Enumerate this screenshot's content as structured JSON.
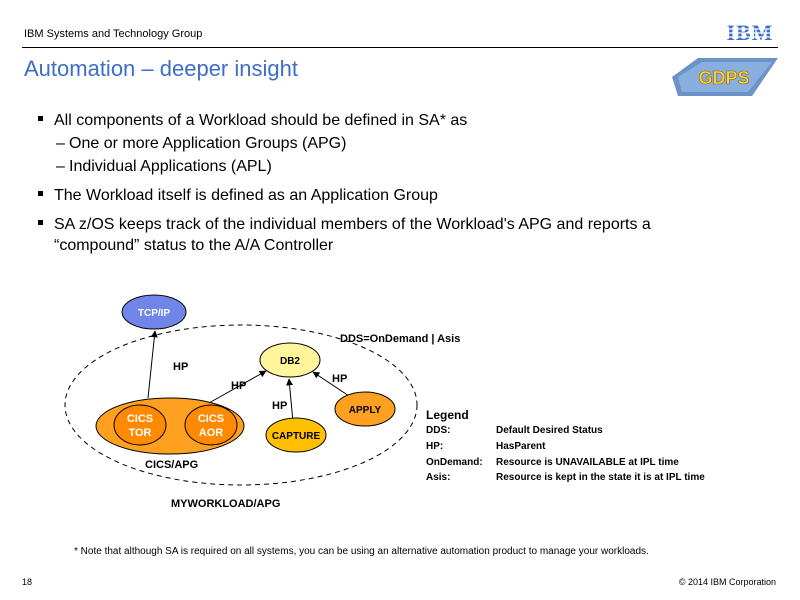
{
  "header": {
    "org": "IBM Systems and Technology Group",
    "title": "Automation – deeper insight",
    "ibm_logo": "IBM",
    "gdps_logo": "GDPS"
  },
  "bullets": [
    "All components of a Workload should be defined in SA* as",
    "One or more Application Groups (APG)",
    "Individual Applications (APL)",
    "The Workload itself is defined as an Application Group",
    "SA z/OS keeps track of the individual members of the Workload's APG and reports a",
    "“compound” status to the A/A Controller"
  ],
  "diagram": {
    "nodes": {
      "tcpip": "TCP/IP",
      "db2": "DB2",
      "apply": "APPLY",
      "cics_tor_1": "CICS",
      "cics_tor_2": "TOR",
      "cics_aor_1": "CICS",
      "cics_aor_2": "AOR",
      "capture": "CAPTURE"
    },
    "edge_labels": [
      "HP",
      "HP",
      "HP",
      "HP"
    ],
    "dds_label": "DDS=OnDemand | Asis",
    "cics_group": "CICS/APG",
    "workload_group": "MYWORKLOAD/APG",
    "legend": {
      "title": "Legend",
      "rows": [
        {
          "term": "DDS:",
          "def": "Default Desired Status"
        },
        {
          "term": "HP:",
          "def": "HasParent"
        },
        {
          "term": "OnDemand:",
          "def": "Resource is UNAVAILABLE at IPL time"
        },
        {
          "term": "Asis:",
          "def": "Resource is kept  in the state it is at IPL time"
        }
      ]
    },
    "colors": {
      "tcpip": "#6f86e8",
      "db2": "#fff59a",
      "apply": "#ffa020",
      "cics": "#ff8a00",
      "capture": "#ffc000",
      "cics_apg": "#ffa020"
    }
  },
  "footer": {
    "footnote": "* Note that although SA is required on all systems, you can be using an alternative automation product to manage your workloads.",
    "page": "18",
    "copyright": "© 2014 IBM Corporation"
  }
}
